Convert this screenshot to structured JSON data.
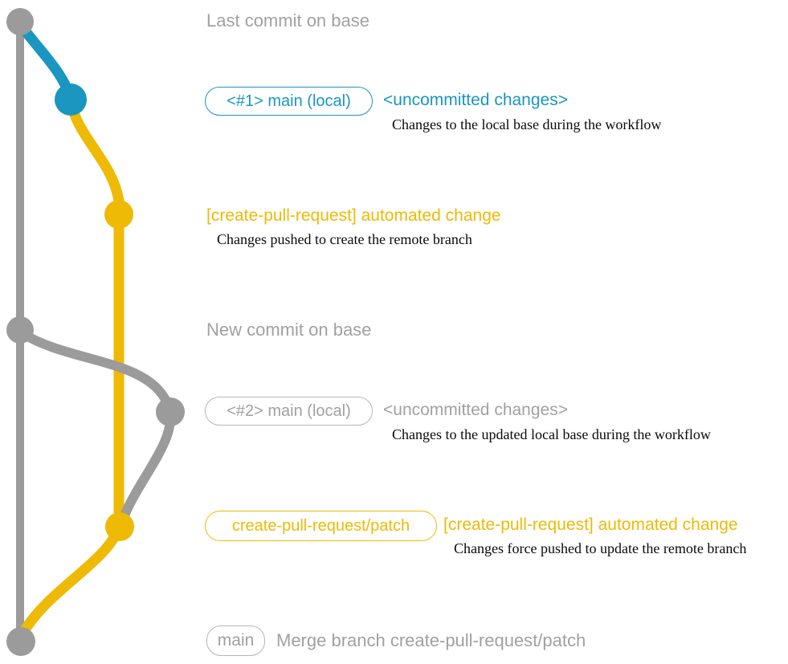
{
  "colors": {
    "background": "#ffffff",
    "blue": "#1a96c0",
    "yellow": "#eeba05",
    "gray": "#9b9b9b",
    "grayText": "#a1a1a1",
    "grayBorder": "#b6b6b6",
    "descText": "#0a0a0a"
  },
  "rows": {
    "lastCommit": {
      "caption": "Last commit on base"
    },
    "localChanges1": {
      "branchLabel": "<#1> main (local)",
      "title": "<uncommitted changes>",
      "description": "Changes to the local base during the workflow"
    },
    "automatedChange1": {
      "title": "[create-pull-request] automated change",
      "description": "Changes pushed to create the remote branch"
    },
    "newCommit": {
      "caption": "New commit on base"
    },
    "localChanges2": {
      "branchLabel": "<#2> main (local)",
      "title": "<uncommitted changes>",
      "description": "Changes to the updated local base during the workflow"
    },
    "automatedChange2": {
      "branchLabel": "create-pull-request/patch",
      "title": "[create-pull-request] automated change",
      "description": "Changes force pushed to update the remote branch"
    },
    "mergeCommit": {
      "branchLabel": "main",
      "title": "Merge branch create-pull-request/patch"
    }
  }
}
